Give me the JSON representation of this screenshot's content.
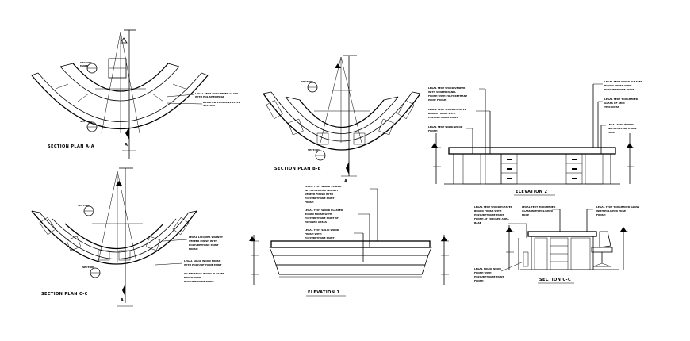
{
  "sheet": {
    "drawings": [
      {
        "id": "plan_a",
        "title": "SECTION PLAN A-A"
      },
      {
        "id": "plan_b",
        "title": "SECTION PLAN B-B"
      },
      {
        "id": "plan_c",
        "title": "SECTION PLAN C-C"
      },
      {
        "id": "elev_1",
        "title": "ELEVATION 1"
      },
      {
        "id": "elev_2",
        "title": "ELEVATION 2"
      },
      {
        "id": "sect_c",
        "title": "SECTION C-C"
      }
    ],
    "section_marker_letter": "A"
  }
}
